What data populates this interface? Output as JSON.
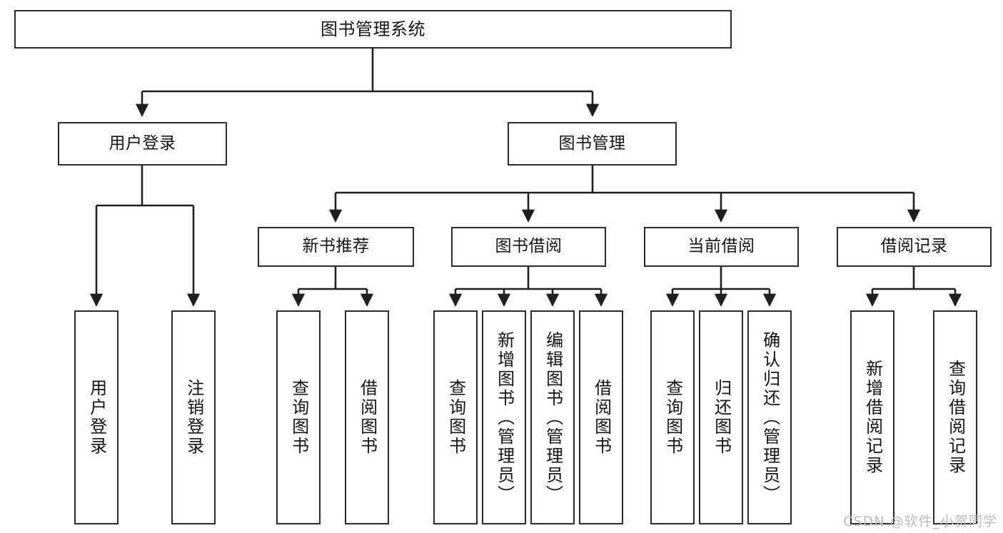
{
  "diagram": {
    "type": "tree",
    "title": "图书管理系统",
    "root": {
      "id": "root",
      "label": "图书管理系统"
    },
    "level2": [
      {
        "id": "user-login",
        "label": "用户登录"
      },
      {
        "id": "book-manage",
        "label": "图书管理"
      }
    ],
    "level3": [
      {
        "id": "new-book-rec",
        "label": "新书推荐"
      },
      {
        "id": "book-borrow",
        "label": "图书借阅"
      },
      {
        "id": "current-borrow",
        "label": "当前借阅"
      },
      {
        "id": "borrow-record",
        "label": "借阅记录"
      }
    ],
    "leaves": {
      "user_login": [
        {
          "id": "leaf-user-login",
          "label": "用户登录"
        },
        {
          "id": "leaf-logout",
          "label": "注销登录"
        }
      ],
      "new_book_rec": [
        {
          "id": "leaf-query-book-1",
          "label": "查询图书"
        },
        {
          "id": "leaf-borrow-book-1",
          "label": "借阅图书"
        }
      ],
      "book_borrow": [
        {
          "id": "leaf-query-book-2",
          "label": "查询图书"
        },
        {
          "id": "leaf-add-book",
          "label": "新增图书（管理员）"
        },
        {
          "id": "leaf-edit-book",
          "label": "编辑图书（管理员）"
        },
        {
          "id": "leaf-borrow-book-2",
          "label": "借阅图书"
        }
      ],
      "current_borrow": [
        {
          "id": "leaf-query-book-3",
          "label": "查询图书"
        },
        {
          "id": "leaf-return-book",
          "label": "归还图书"
        },
        {
          "id": "leaf-confirm-return",
          "label": "确认归还（管理员）"
        }
      ],
      "borrow_record": [
        {
          "id": "leaf-add-record",
          "label": "新增借阅记录"
        },
        {
          "id": "leaf-query-record",
          "label": "查询借阅记录"
        }
      ]
    }
  },
  "watermark": {
    "text": "CSDN @软件_小贺同学"
  },
  "colors": {
    "box_border": "#2b2b2b",
    "box_fill": "#ffffff",
    "connector": "#1f1f1f",
    "text": "#141414",
    "watermark": "#bdbdbd",
    "background": "#ffffff"
  }
}
